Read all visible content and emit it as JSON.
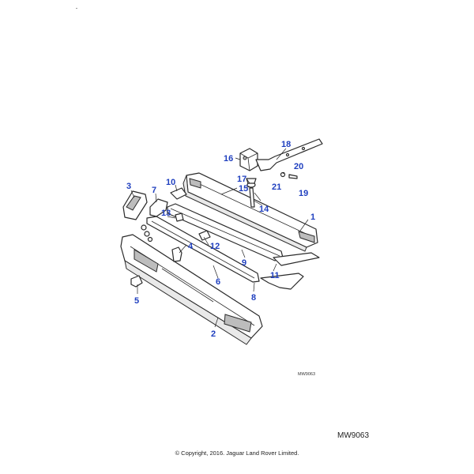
{
  "diagram": {
    "callouts": [
      "1",
      "2",
      "3",
      "4",
      "5",
      "6",
      "7",
      "8",
      "9",
      "10",
      "11",
      "12",
      "13",
      "14",
      "15",
      "16",
      "17",
      "18",
      "19",
      "20",
      "21"
    ],
    "inner_code": "MW9063"
  },
  "footer": {
    "code": "MW9063",
    "copyright": "© Copyright, 2016. Jaguar Land Rover Limited."
  },
  "colors": {
    "callout": "#1f3fbf",
    "line": "#2a2a2a"
  }
}
